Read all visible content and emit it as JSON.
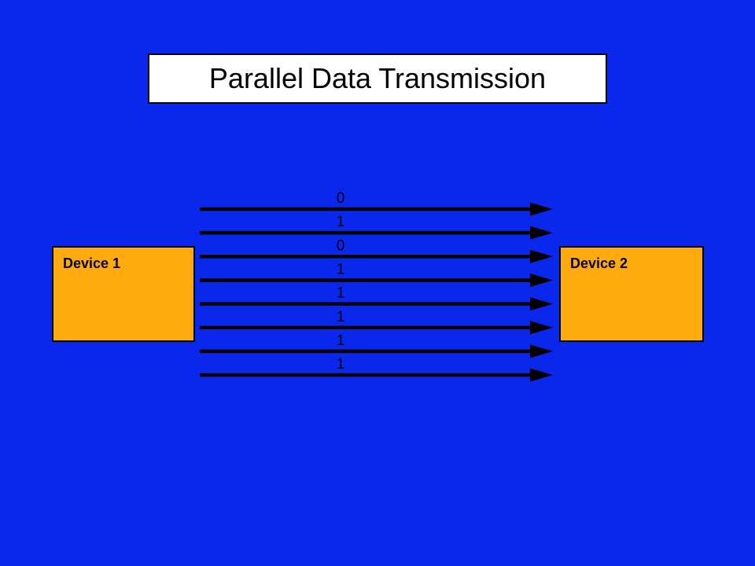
{
  "slide": {
    "title": "Parallel Data Transmission",
    "device1": {
      "label": "Device 1"
    },
    "device2": {
      "label": "Device 2"
    },
    "transmission": {
      "bits": [
        "0",
        "1",
        "0",
        "1",
        "1",
        "1",
        "1",
        "1"
      ],
      "direction": "left-to-right"
    },
    "colors": {
      "background": "#0A28EC",
      "title_box_fill": "#FFFFFF",
      "device_box_fill": "#FFAB0F",
      "arrow": "#000000",
      "text": "#000000"
    }
  }
}
